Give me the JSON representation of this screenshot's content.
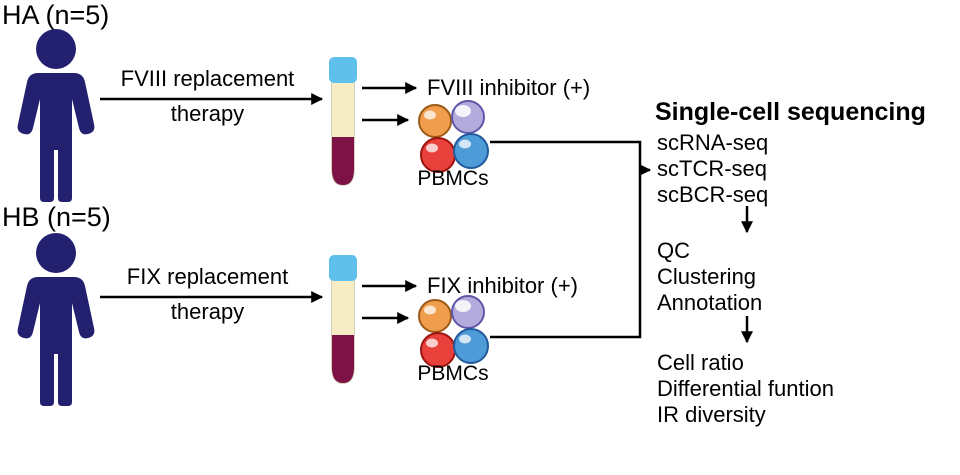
{
  "diagram": {
    "groups": [
      {
        "id": "ha",
        "label": "HA (n=5)",
        "therapy_line1": "FVIII replacement",
        "therapy_line2": "therapy",
        "inhibitor": "FVIII inhibitor (+)",
        "cells_label": "PBMCs"
      },
      {
        "id": "hb",
        "label": "HB (n=5)",
        "therapy_line1": "FIX replacement",
        "therapy_line2": "therapy",
        "inhibitor": "FIX inhibitor (+)",
        "cells_label": "PBMCs"
      }
    ],
    "pipeline": {
      "title": "Single-cell sequencing",
      "seq_steps": [
        "scRNA-seq",
        "scTCR-seq",
        "scBCR-seq"
      ],
      "analysis_steps": [
        "QC",
        "Clustering",
        "Annotation"
      ],
      "output_steps": [
        "Cell ratio",
        "Differential funtion",
        "IR diversity"
      ]
    },
    "icons": {
      "patient": "person-silhouette",
      "tube": "blood-collection-tube",
      "cells": "pbmc-cell-cluster"
    },
    "colors": {
      "person": "#232070",
      "tube_cap": "#5fc0ec",
      "tube_plasma": "#f7edc4",
      "tube_blood": "#7e1145",
      "cell_orange": "#f09d4e",
      "cell_purple": "#b3abdc",
      "cell_red": "#e8403a",
      "cell_blue": "#4d9bd7",
      "line": "#000000"
    }
  }
}
